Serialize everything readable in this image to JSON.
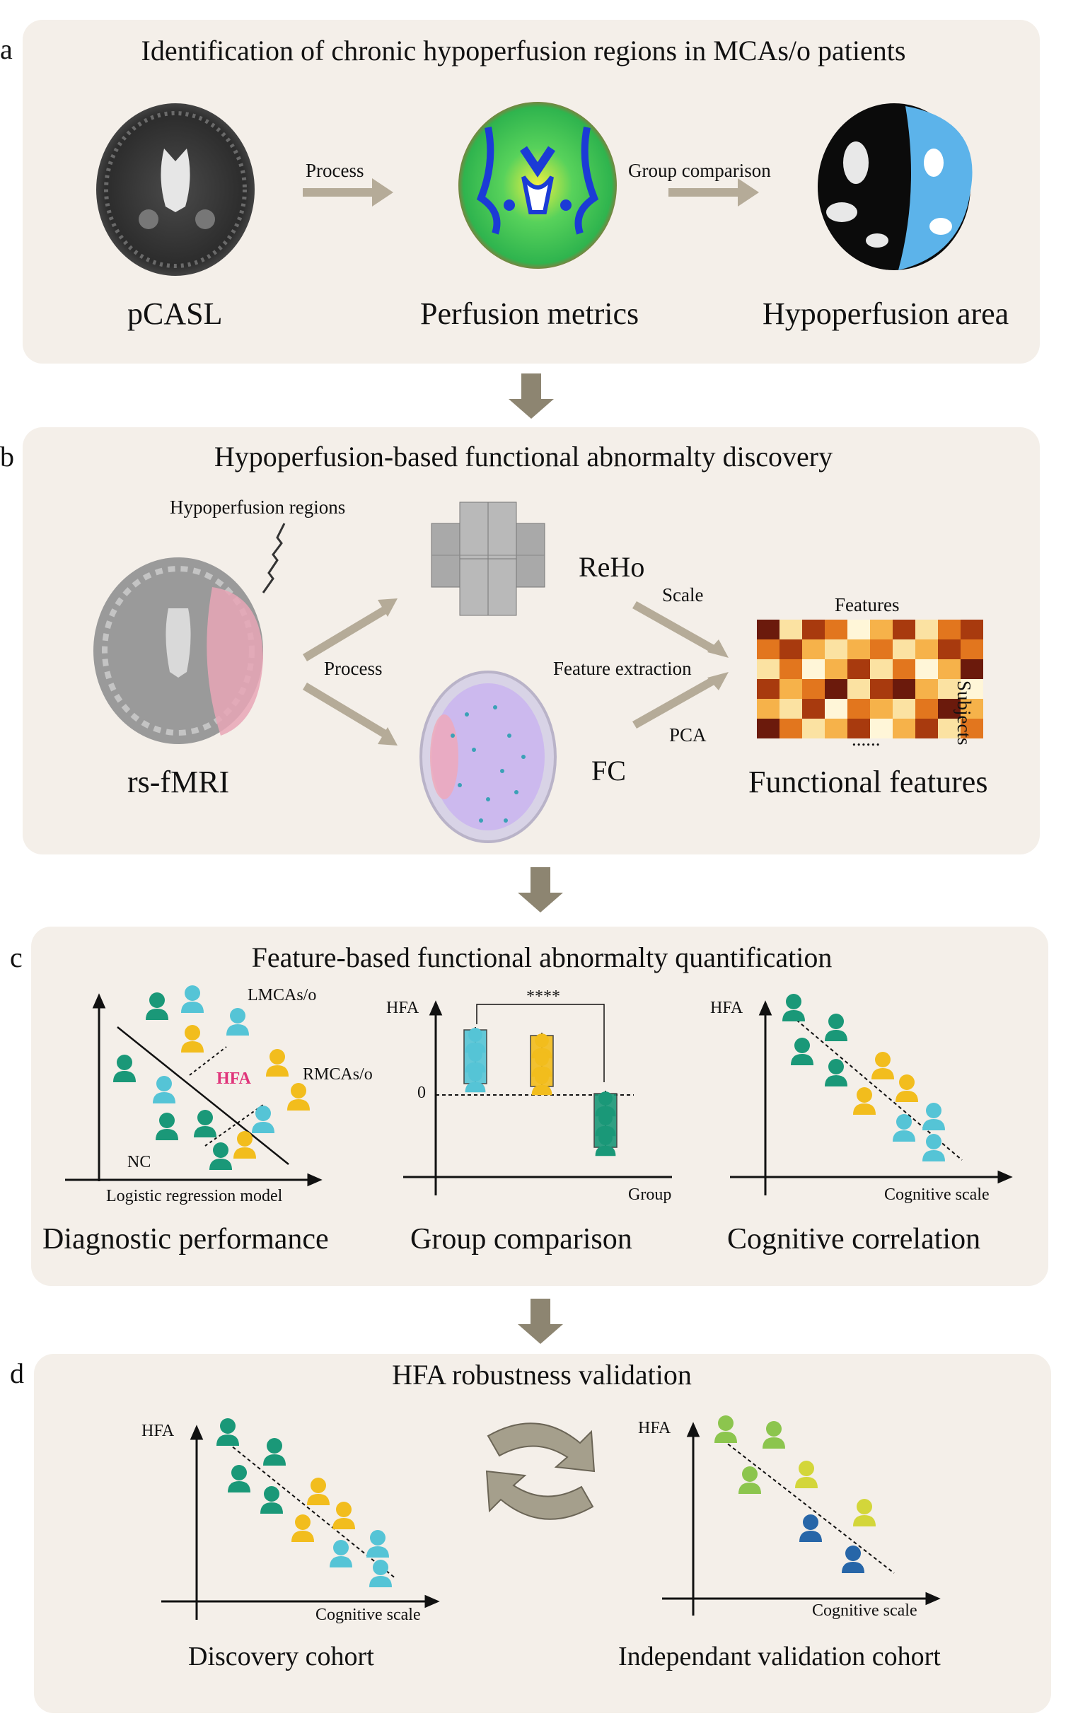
{
  "panels": {
    "a": {
      "letter": "a",
      "title": "Identification of chronic hypoperfusion regions in MCAs/o patients",
      "arrow1": "Process",
      "arrow2": "Group comparison",
      "img1": "pCASL",
      "img2": "Perfusion metrics",
      "img3": "Hypoperfusion area"
    },
    "b": {
      "letter": "b",
      "title": "Hypoperfusion-based functional abnormalty discovery",
      "hypo_regions": "Hypoperfusion regions",
      "rsfmri": "rs-fMRI",
      "process": "Process",
      "reho": "ReHo",
      "fc": "FC",
      "scale": "Scale",
      "feature_extraction": "Feature extraction",
      "pca": "PCA",
      "features": "Features",
      "subjects": "Subjects",
      "ellipsis": "......",
      "functional_features": "Functional features"
    },
    "c": {
      "letter": "c",
      "title": "Feature-based functional abnormalty quantification",
      "diag": {
        "lmcas": "LMCAs/o",
        "rmcas": "RMCAs/o",
        "hfa": "HFA",
        "nc": "NC",
        "xlabel": "Logistic regression model",
        "caption": "Diagnostic performance"
      },
      "group": {
        "ylabel": "HFA",
        "zero": "0",
        "sig": "****",
        "xlabel": "Group",
        "caption": "Group comparison"
      },
      "cog": {
        "ylabel": "HFA",
        "xlabel": "Cognitive scale",
        "caption": "Cognitive correlation"
      }
    },
    "d": {
      "letter": "d",
      "title": "HFA robustness validation",
      "left": {
        "ylabel": "HFA",
        "xlabel": "Cognitive scale",
        "caption": "Discovery cohort"
      },
      "right": {
        "ylabel": "HFA",
        "xlabel": "Cognitive scale",
        "caption": "Independant validation cohort"
      }
    }
  },
  "colors": {
    "panel_bg": "#f4efe9",
    "arrow": "#b5ab98",
    "down_arrow": "#8d8571",
    "teal": "#1a9878",
    "cyan": "#55c4d6",
    "yellow": "#f2bd1d",
    "lime": "#8cc54e",
    "olive": "#d3d63a",
    "navy": "#2766a8",
    "hypo_blue": "#5cb3ea",
    "hfa_pink": "#e0347a"
  },
  "icons": [
    "person-icon",
    "brain-scan-icon",
    "cube-icon",
    "connectome-icon",
    "heatmap-icon",
    "cycle-arrows-icon"
  ]
}
